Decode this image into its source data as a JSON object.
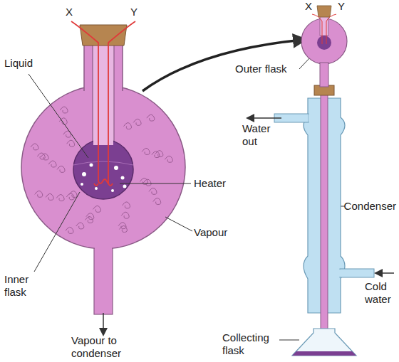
{
  "diagram": {
    "labels": [
      "X",
      "Y",
      "Liquid",
      "Heater",
      "Inner flask",
      "Vapour",
      "Vapour to condenser",
      "X",
      "Y",
      "Outer flask",
      "Water out",
      "Condenser",
      "Cold water",
      "Collecting flask"
    ]
  }
}
